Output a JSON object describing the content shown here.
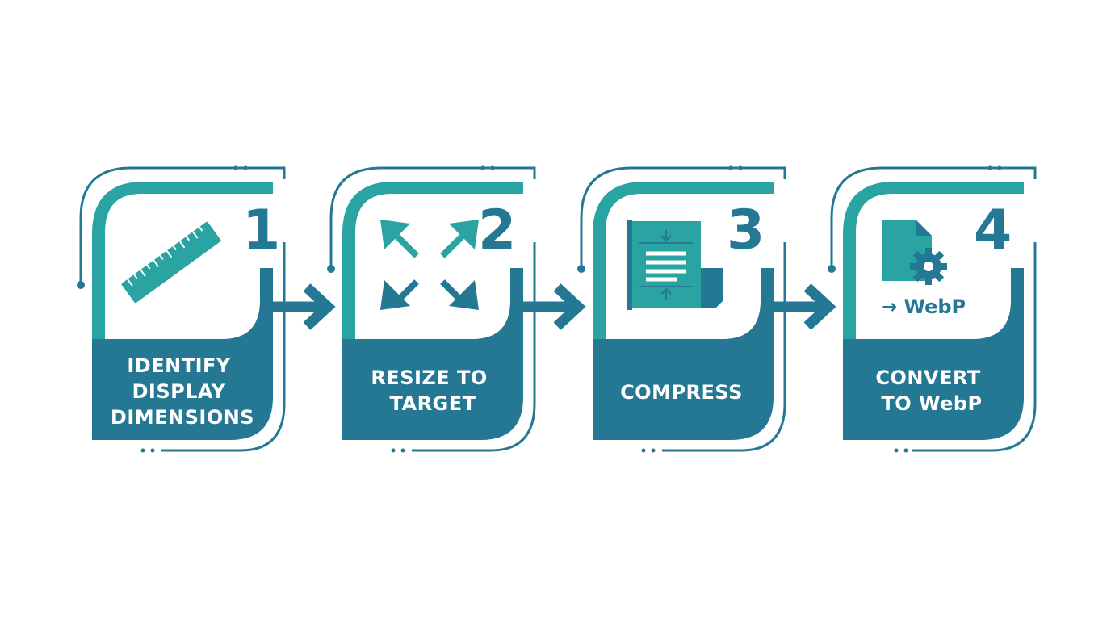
{
  "colors": {
    "teal": "#2aa3a3",
    "blue": "#247894",
    "white": "#ffffff"
  },
  "steps": [
    {
      "number": "1",
      "label_lines": [
        "IDENTIFY",
        "DISPLAY",
        "DIMENSIONS"
      ],
      "icon": "ruler-icon"
    },
    {
      "number": "2",
      "label_lines": [
        "RESIZE TO",
        "TARGET"
      ],
      "icon": "resize-arrows-icon"
    },
    {
      "number": "3",
      "label_lines": [
        "COMPRESS"
      ],
      "icon": "compress-document-icon"
    },
    {
      "number": "4",
      "label_lines": [
        "CONVERT",
        "TO WebP"
      ],
      "icon": "file-gear-icon",
      "icon_caption": "→ WebP"
    }
  ],
  "connectors": [
    "arrow-right-icon",
    "arrow-right-icon",
    "arrow-right-icon"
  ]
}
